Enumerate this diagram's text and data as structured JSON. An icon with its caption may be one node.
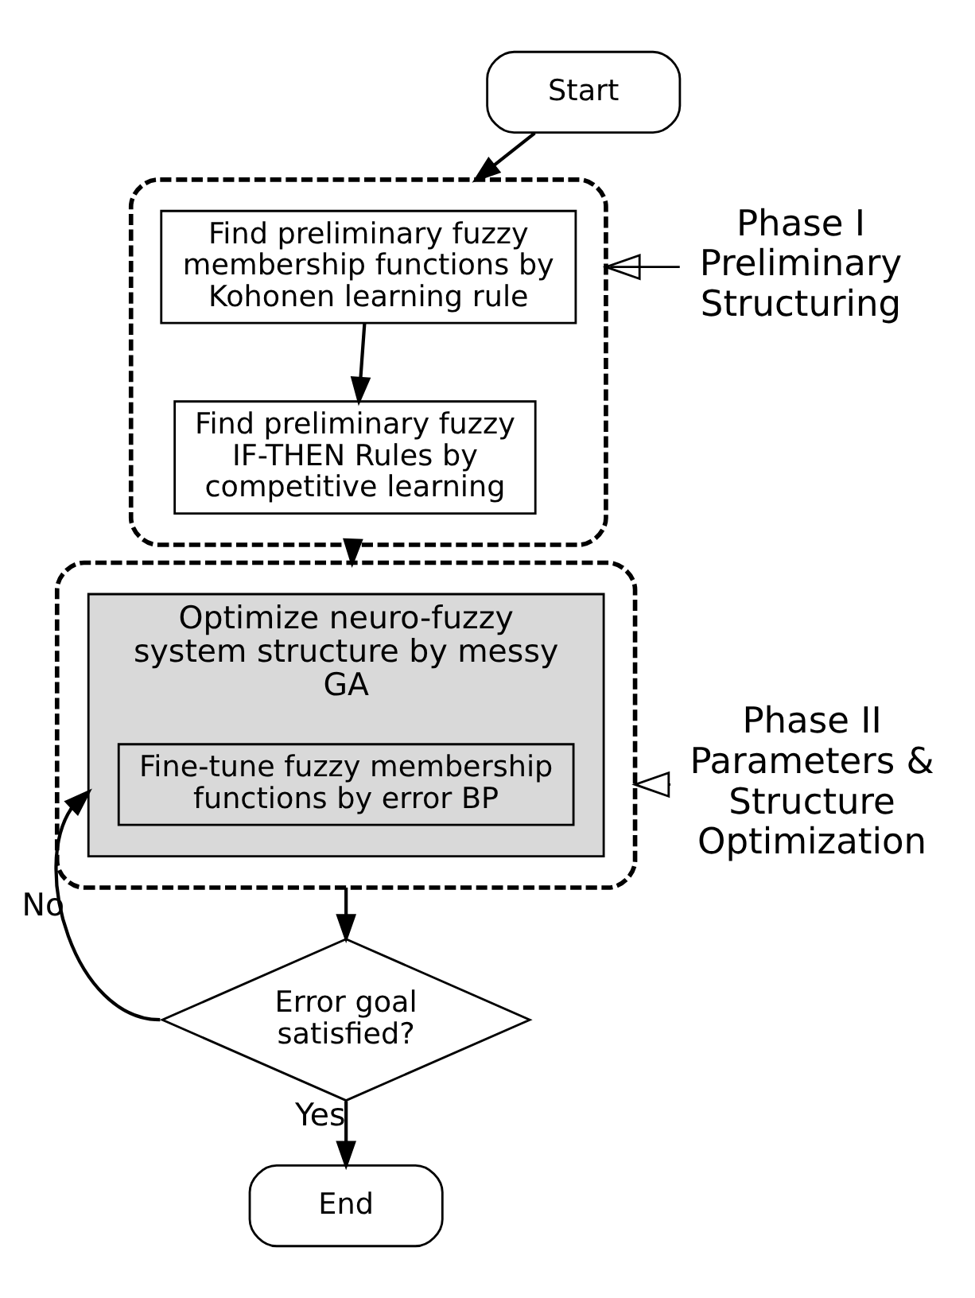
{
  "diagram": {
    "nodes": [
      {
        "text": [
          "Start"
        ]
      },
      {
        "text": [],
        "shape": "box"
      },
      {
        "text": [
          "Find preliminary fuzzy membership functions by Kohonen learning rule"
        ],
        "in": 1
      },
      {
        "text": [
          "Find preliminary fuzzy IF-THEN Rules by competitive learning"
        ],
        "in": 1
      },
      {
        "text": [
          "Phase I Preliminary Structuring"
        ]
      },
      {
        "text": [],
        "shape": "box"
      },
      {
        "text": [
          "Optimize neuro-fuzzy system structure by messy GA"
        ],
        "in": 5
      },
      {
        "text": [
          "Fine-tune fuzzy membership functions by error BP"
        ],
        "in": 6
      },
      {
        "text": [
          "Phase II Parameters & Structure Optimization"
        ]
      },
      {
        "text": [
          "Error goal satisfied?"
        ]
      },
      {
        "text": [
          "End"
        ]
      }
    ],
    "edges": [
      {
        "from": 0,
        "to": 1,
        "arrow": "to"
      },
      {
        "from": 2,
        "to": 3,
        "arrow": "to"
      },
      {
        "from": 1,
        "to": 5,
        "arrow": "to"
      },
      {
        "from": 4,
        "to": 1,
        "arrow": "to"
      },
      {
        "from": 5,
        "to": 9,
        "arrow": "to"
      },
      {
        "from": 9,
        "to": 6,
        "arrow": "to",
        "label": "No"
      },
      {
        "from": 9,
        "to": 10,
        "arrow": "to",
        "label": "Yes"
      },
      {
        "from": 8,
        "to": 5,
        "arrow": "to"
      }
    ]
  }
}
